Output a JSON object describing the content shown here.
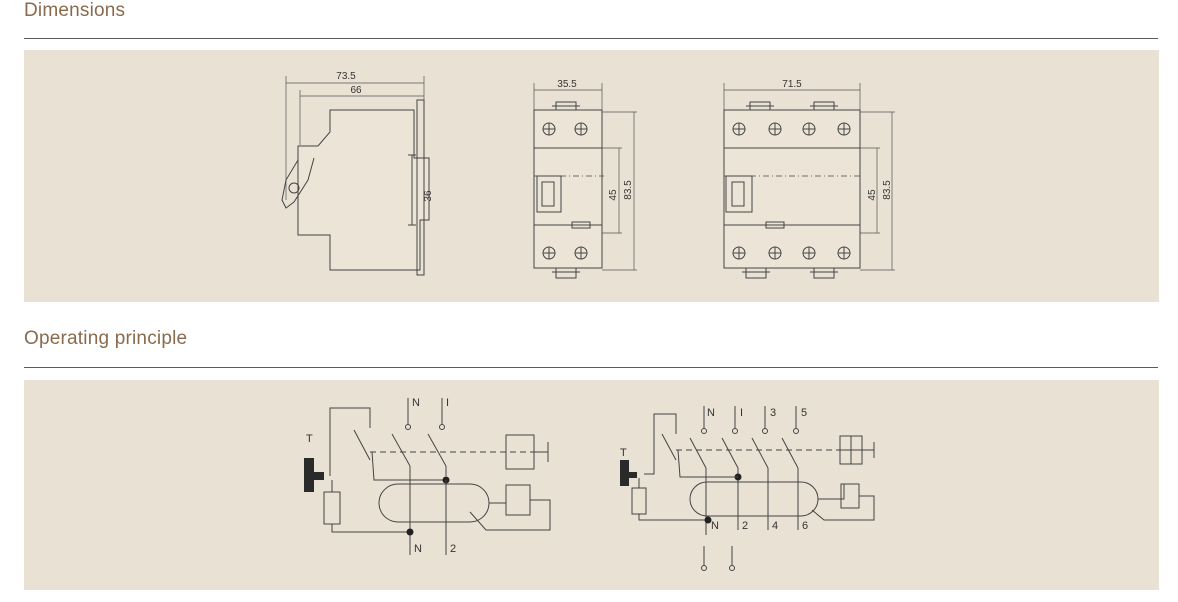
{
  "sections": {
    "dimensions": {
      "title": "Dimensions"
    },
    "operating": {
      "title": "Operating principle"
    }
  },
  "dimensions_diagram": {
    "side_view": {
      "width_total": "73.5",
      "width_inner": "66",
      "height": "36"
    },
    "front_2p": {
      "width": "35.5",
      "inner_height": "45",
      "total_height": "83.5"
    },
    "front_4p": {
      "width": "71.5",
      "inner_height": "45",
      "total_height": "83.5"
    }
  },
  "principle_diagram": {
    "two_pole": {
      "test_label": "T",
      "top_labels": [
        "N",
        "I"
      ],
      "bottom_labels": [
        "N",
        "2"
      ]
    },
    "four_pole": {
      "test_label": "T",
      "top_labels": [
        "N",
        "I",
        "3",
        "5"
      ],
      "bottom_labels": [
        "N",
        "2",
        "4",
        "6"
      ]
    }
  },
  "colors": {
    "panel": "#e9e1d3",
    "heading": "#8a6a4c",
    "line": "#444444"
  }
}
